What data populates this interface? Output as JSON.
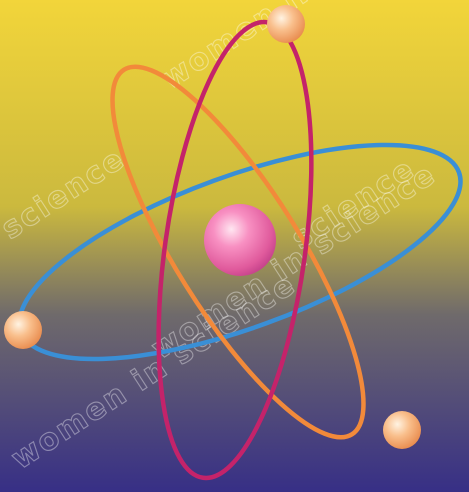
{
  "scene": {
    "subject": "atom",
    "colors": {
      "bg_top": "#f2d53a",
      "bg_mid": "#cbb93e",
      "bg_lower": "#6f6a6b",
      "bg_bottom": "#372f86",
      "nucleus": "#f46fb0",
      "orbit_magenta": "#c4236a",
      "orbit_orange": "#f28a3a",
      "orbit_blue": "#3a8fd6",
      "electron": "#f7a86a"
    }
  },
  "watermarks": [
    "women in science",
    "science",
    "women in science",
    "science",
    "women in science"
  ]
}
